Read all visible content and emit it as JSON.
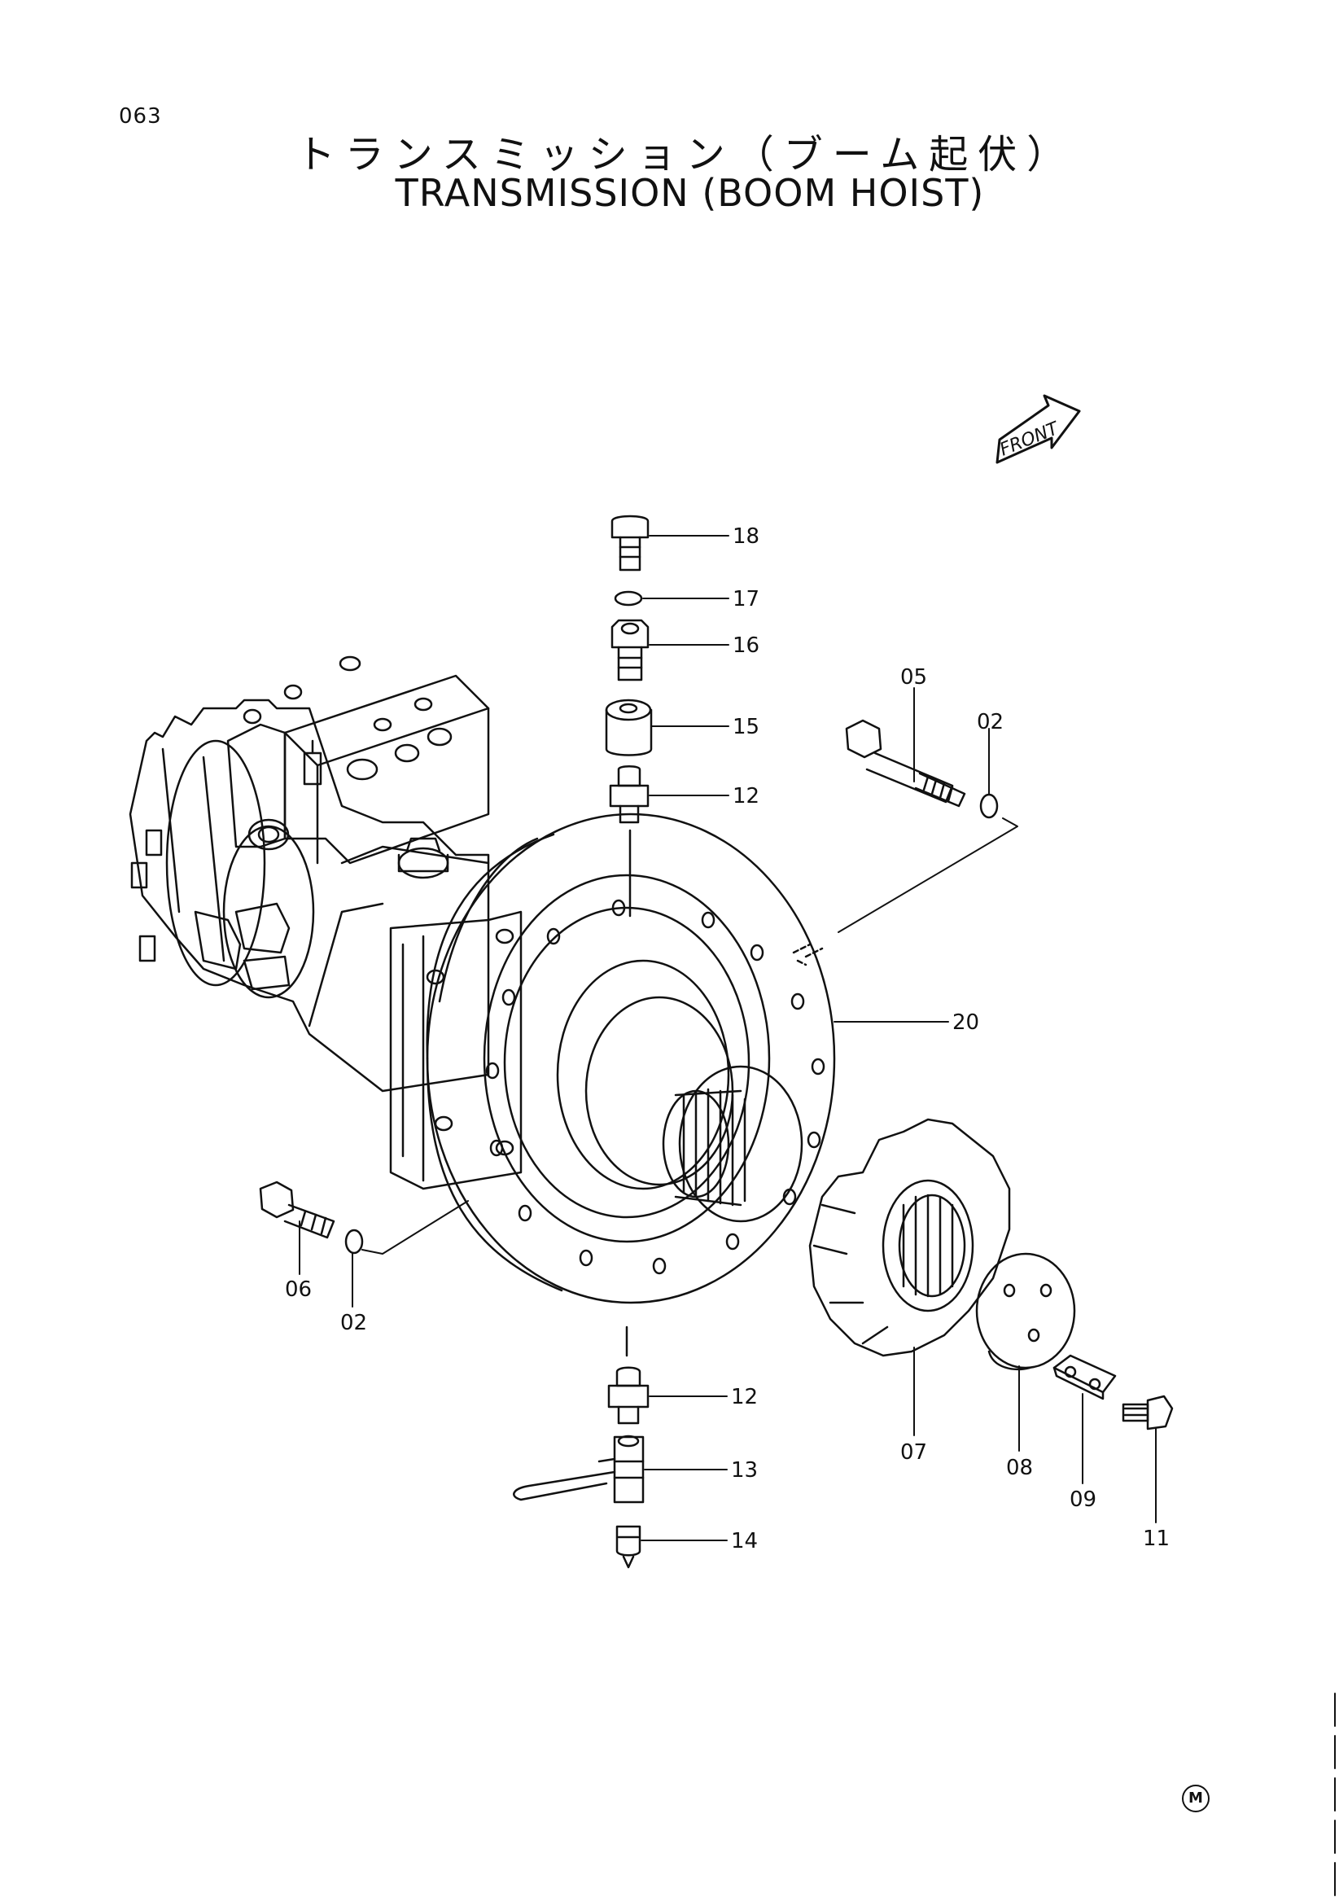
{
  "page_number": "063",
  "title_ja": "トランスミッション（ブーム起伏）",
  "title_en": "TRANSMISSION (BOOM HOIST)",
  "front_arrow_label": "FRONT",
  "corner_mark": "M",
  "callouts": {
    "p18": "18",
    "p17": "17",
    "p16": "16",
    "p15": "15",
    "p12a": "12",
    "p05": "05",
    "p02a": "02",
    "p20": "20",
    "p06": "06",
    "p02b": "02",
    "p12b": "12",
    "p13": "13",
    "p14": "14",
    "p07": "07",
    "p08": "08",
    "p09": "09",
    "p11": "11"
  }
}
